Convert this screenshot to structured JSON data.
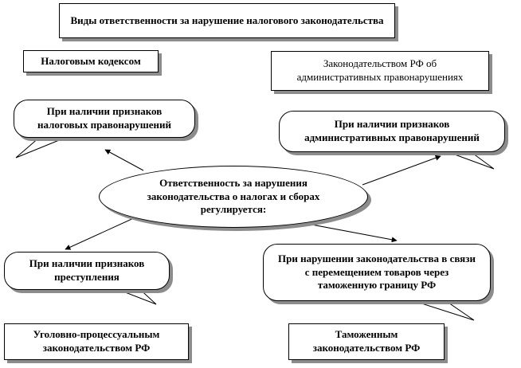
{
  "diagram": {
    "title": "Виды ответственности за нарушение налогового законодательства",
    "center": "Ответственность за нарушения законодательства о налогах и сборах регулируется:",
    "nodes": {
      "tax_code": "Налоговым кодексом",
      "admin_law": "Законодательством РФ об административных правонарушениях",
      "tax_offense": "При наличии признаков налоговых правонарушений",
      "admin_offense": "При наличии признаков административных правонарушений",
      "crime": "При наличии признаков преступления",
      "customs_violation": "При нарушении законодательства в связи с перемещением товаров через таможенную границу РФ",
      "criminal_procedure": "Уголовно-процессуальным законодательством РФ",
      "customs_law": "Таможенным законодательством РФ"
    }
  }
}
